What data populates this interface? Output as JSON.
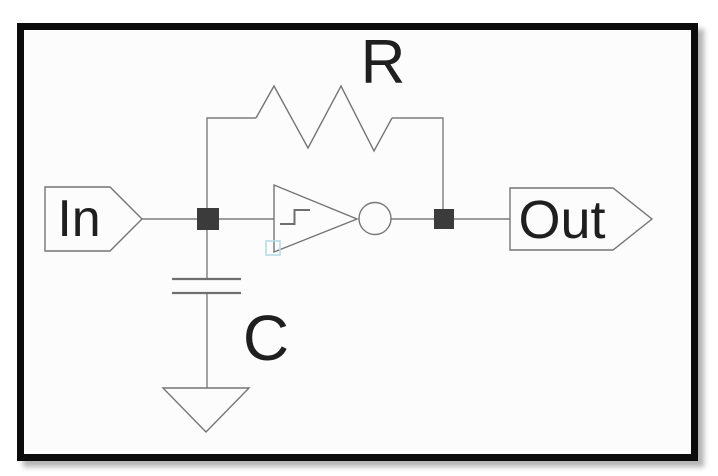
{
  "labels": {
    "in": "In",
    "out": "Out",
    "resistor": "R",
    "capacitor": "C"
  },
  "colors": {
    "page_background": "#ffffff",
    "frame_border": "#0b0b0b",
    "canvas_background": "#fcfcfc",
    "wire": "#7d7d7d",
    "junction": "#3b3b3b",
    "label_text": "#1f1f1f",
    "selection_marker": "#b7dce6"
  },
  "symbols": {
    "input_port": "pentagon-tag-right",
    "output_port": "pentagon-tag-right",
    "resistor": "zigzag-resistor",
    "capacitor": "parallel-plate-capacitor",
    "inverter": "schmitt-trigger-inverter-with-bubble",
    "ground": "earth-ground-triangle"
  }
}
